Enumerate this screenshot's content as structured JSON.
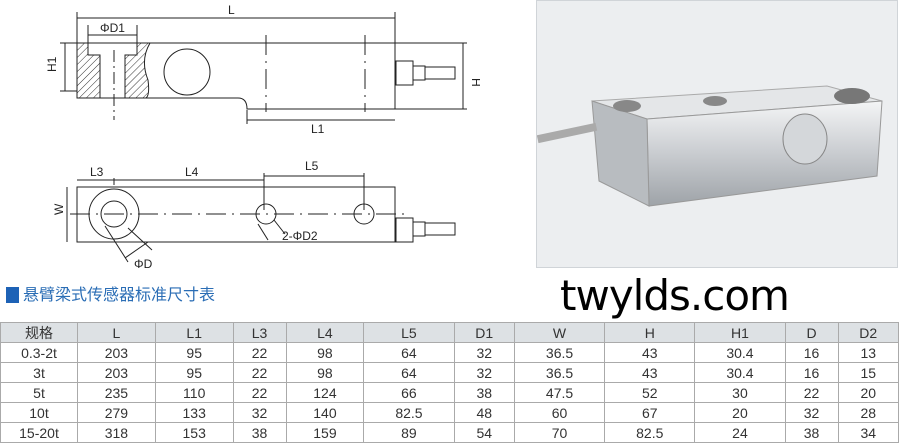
{
  "drawing": {
    "labels": {
      "L": "L",
      "D1": "ΦD1",
      "H1": "H1",
      "H": "H",
      "L1": "L1",
      "L3": "L3",
      "L4": "L4",
      "L5": "L5",
      "W": "W",
      "D": "ΦD",
      "D2": "2-ΦD2"
    }
  },
  "section_title": "悬臂梁式传感器标准尺寸表",
  "colors": {
    "accent": "#1d62b6",
    "header_bg": "#dde1e4"
  },
  "table": {
    "headers": [
      "规格",
      "L",
      "L1",
      "L3",
      "L4",
      "L5",
      "D1",
      "W",
      "H",
      "H1",
      "D",
      "D2"
    ],
    "rows": [
      [
        "0.3-2t",
        "203",
        "95",
        "22",
        "98",
        "64",
        "32",
        "36.5",
        "43",
        "30.4",
        "16",
        "13"
      ],
      [
        "3t",
        "203",
        "95",
        "22",
        "98",
        "64",
        "32",
        "36.5",
        "43",
        "30.4",
        "16",
        "15"
      ],
      [
        "5t",
        "235",
        "110",
        "22",
        "124",
        "66",
        "38",
        "47.5",
        "52",
        "30",
        "22",
        "20"
      ],
      [
        "10t",
        "279",
        "133",
        "32",
        "140",
        "82.5",
        "48",
        "60",
        "67",
        "20",
        "32",
        "28"
      ],
      [
        "15-20t",
        "318",
        "153",
        "38",
        "159",
        "89",
        "54",
        "70",
        "82.5",
        "24",
        "38",
        "34"
      ]
    ]
  },
  "watermark": "twylds.com"
}
